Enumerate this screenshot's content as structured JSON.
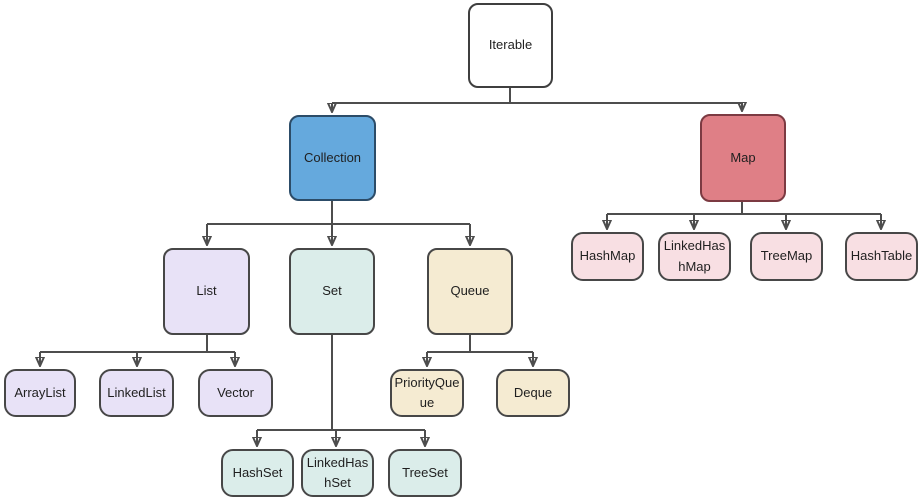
{
  "diagram": {
    "nodes": {
      "iterable": {
        "label": "Iterable",
        "fill": "#ffffff"
      },
      "collection": {
        "label": "Collection",
        "fill": "#65a9dd"
      },
      "map": {
        "label": "Map",
        "fill": "#df7f86"
      },
      "list": {
        "label": "List",
        "fill": "#e8e2f7"
      },
      "set": {
        "label": "Set",
        "fill": "#dbedea"
      },
      "queue": {
        "label": "Queue",
        "fill": "#f5ebd2"
      },
      "arraylist": {
        "label": "ArrayList",
        "fill": "#e8e2f7"
      },
      "linkedlist": {
        "label": "LinkedList",
        "fill": "#e8e2f7"
      },
      "vector": {
        "label": "Vector",
        "fill": "#e8e2f7"
      },
      "priorityqueue": {
        "label": "PriorityQueue",
        "fill": "#f5ebd2"
      },
      "deque": {
        "label": "Deque",
        "fill": "#f5ebd2"
      },
      "hashset": {
        "label": "HashSet",
        "fill": "#dbedea"
      },
      "linkedhashset": {
        "label": "LinkedHashSet",
        "fill": "#dbedea"
      },
      "treeset": {
        "label": "TreeSet",
        "fill": "#dbedea"
      },
      "hashmap": {
        "label": "HashMap",
        "fill": "#f8dfe3"
      },
      "linkedhashmap": {
        "label": "LinkedHashMap",
        "fill": "#f8dfe3"
      },
      "treemap": {
        "label": "TreeMap",
        "fill": "#f8dfe3"
      },
      "hashtable": {
        "label": "HashTable",
        "fill": "#f8dfe3"
      }
    },
    "edges": [
      {
        "from": "Iterable",
        "to": "Collection"
      },
      {
        "from": "Iterable",
        "to": "Map"
      },
      {
        "from": "Collection",
        "to": "List"
      },
      {
        "from": "Collection",
        "to": "Set"
      },
      {
        "from": "Collection",
        "to": "Queue"
      },
      {
        "from": "List",
        "to": "ArrayList"
      },
      {
        "from": "List",
        "to": "LinkedList"
      },
      {
        "from": "List",
        "to": "Vector"
      },
      {
        "from": "Set",
        "to": "HashSet"
      },
      {
        "from": "Set",
        "to": "LinkedHashSet"
      },
      {
        "from": "Set",
        "to": "TreeSet"
      },
      {
        "from": "Queue",
        "to": "PriorityQueue"
      },
      {
        "from": "Queue",
        "to": "Deque"
      },
      {
        "from": "Map",
        "to": "HashMap"
      },
      {
        "from": "Map",
        "to": "LinkedHashMap"
      },
      {
        "from": "Map",
        "to": "TreeMap"
      },
      {
        "from": "Map",
        "to": "HashTable"
      }
    ],
    "colors": {
      "background": "#ffffff",
      "connector": "#4d4d4d",
      "node_white": "#ffffff",
      "node_blue": "#65a9dd",
      "node_red": "#df7f86",
      "node_lavender": "#e8e2f7",
      "node_mint": "#dbedea",
      "node_cream": "#f5ebd2",
      "node_pink": "#f8dfe3",
      "border_gray": "#474747",
      "border_blue": "#2c4c68",
      "border_red": "#7c3a42",
      "text": "#1f1f1f"
    }
  }
}
